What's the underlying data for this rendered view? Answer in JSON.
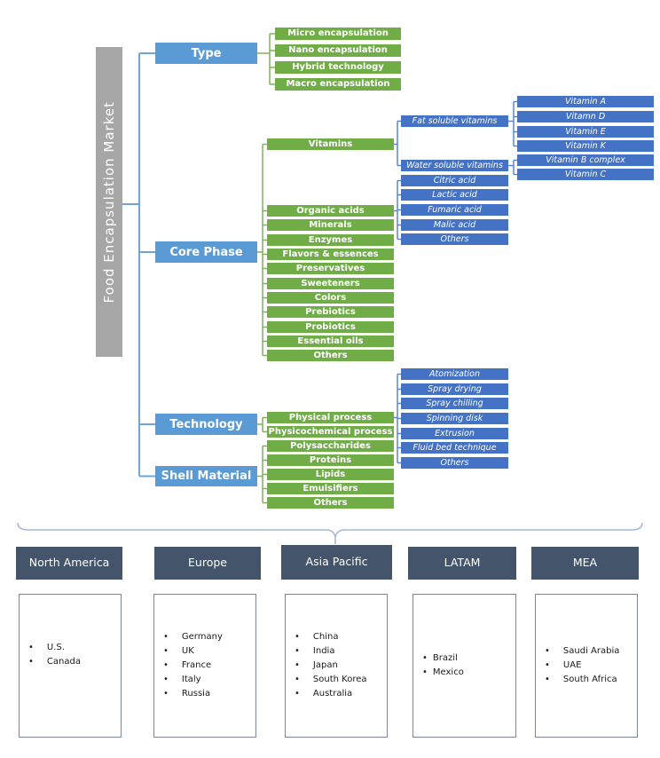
{
  "title": "Food Encapsulation Market",
  "colors": {
    "category_blue": "#5b9bd5",
    "item_green": "#70ad47",
    "sub_blue": "#4472c4",
    "region_slate": "#44546a",
    "bar_gray": "#a6a6a6",
    "line_blue": "#74a3d6",
    "line_green": "#7fb25a",
    "line_sub_blue": "#5c85d6",
    "brace": "#a6b8d9"
  },
  "type": {
    "label": "Type",
    "items": [
      "Micro encapsulation",
      "Nano encapsulation",
      "Hybrid technology",
      "Macro encapsulation"
    ]
  },
  "core_phase": {
    "label": "Core Phase",
    "items": [
      "Vitamins",
      "Organic acids",
      "Minerals",
      "Enzymes",
      "Flavors & essences",
      "Preservatives",
      "Sweeteners",
      "Colors",
      "Prebiotics",
      "Probiotics",
      "Essential oils",
      "Others"
    ]
  },
  "technology": {
    "label": "Technology",
    "items": [
      "Physical process",
      "Physicochemical process"
    ]
  },
  "shell_material": {
    "label": "Shell Material",
    "items": [
      "Polysaccharides",
      "Proteins",
      "Lipids",
      "Emulsifiers",
      "Others"
    ]
  },
  "vitamins": {
    "fat_parent": "Fat soluble vitamins",
    "water_parent": "Water soluble vitamins",
    "fat_items": [
      "Vitamin A",
      "Vitamn D",
      "Vitamin E",
      "Vitamin K"
    ],
    "water_items": [
      "Vitamin B complex",
      "Vitamin C"
    ]
  },
  "organic_acids": [
    "Citric acid",
    "Lactic acid",
    "Fumaric acid",
    "Malic acid",
    "Others"
  ],
  "process_technologies": [
    "Atomization",
    "Spray drying",
    "Spray chilling",
    "Spinning disk",
    "Extrusion",
    "Fluid bed technique",
    "Others"
  ],
  "regions": [
    {
      "name": "North America",
      "countries": [
        "U.S.",
        "Canada"
      ]
    },
    {
      "name": "Europe",
      "countries": [
        "Germany",
        "UK",
        "France",
        "Italy",
        "Russia"
      ]
    },
    {
      "name": "Asia Pacific",
      "countries": [
        "China",
        "India",
        "Japan",
        "South Korea",
        "Australia"
      ]
    },
    {
      "name": "LATAM",
      "countries": [
        "Brazil",
        "Mexico"
      ]
    },
    {
      "name": "MEA",
      "countries": [
        "Saudi Arabia",
        "UAE",
        "South Africa"
      ]
    }
  ]
}
